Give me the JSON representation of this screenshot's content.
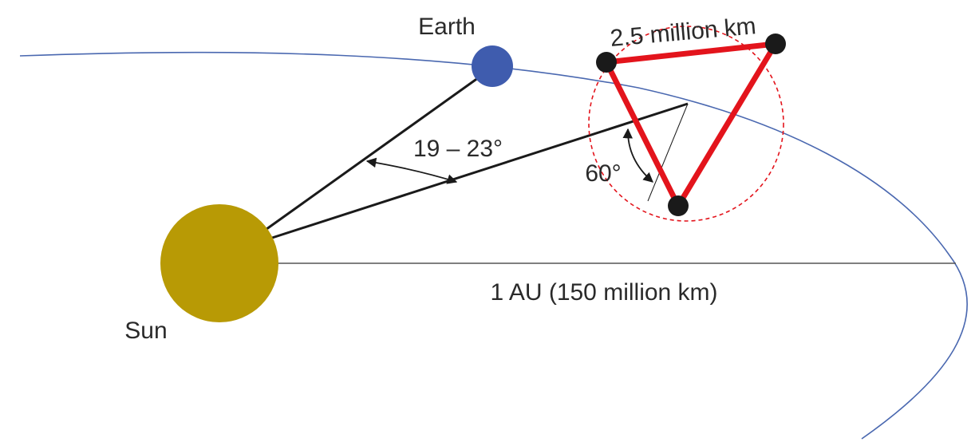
{
  "labels": {
    "earth": "Earth",
    "sun": "Sun",
    "arm_length": "2.5 million km",
    "angle_range": "19 – 23°",
    "formation_angle": "60°",
    "distance": "1 AU (150 million km)"
  },
  "colors": {
    "orbit": "#4a68b0",
    "sun": "#b89a05",
    "earth": "#3f5cae",
    "triangle": "#e3141c",
    "spacecraft": "#1a1a1a",
    "lines": "#1a1a1a",
    "axis": "#555555"
  }
}
